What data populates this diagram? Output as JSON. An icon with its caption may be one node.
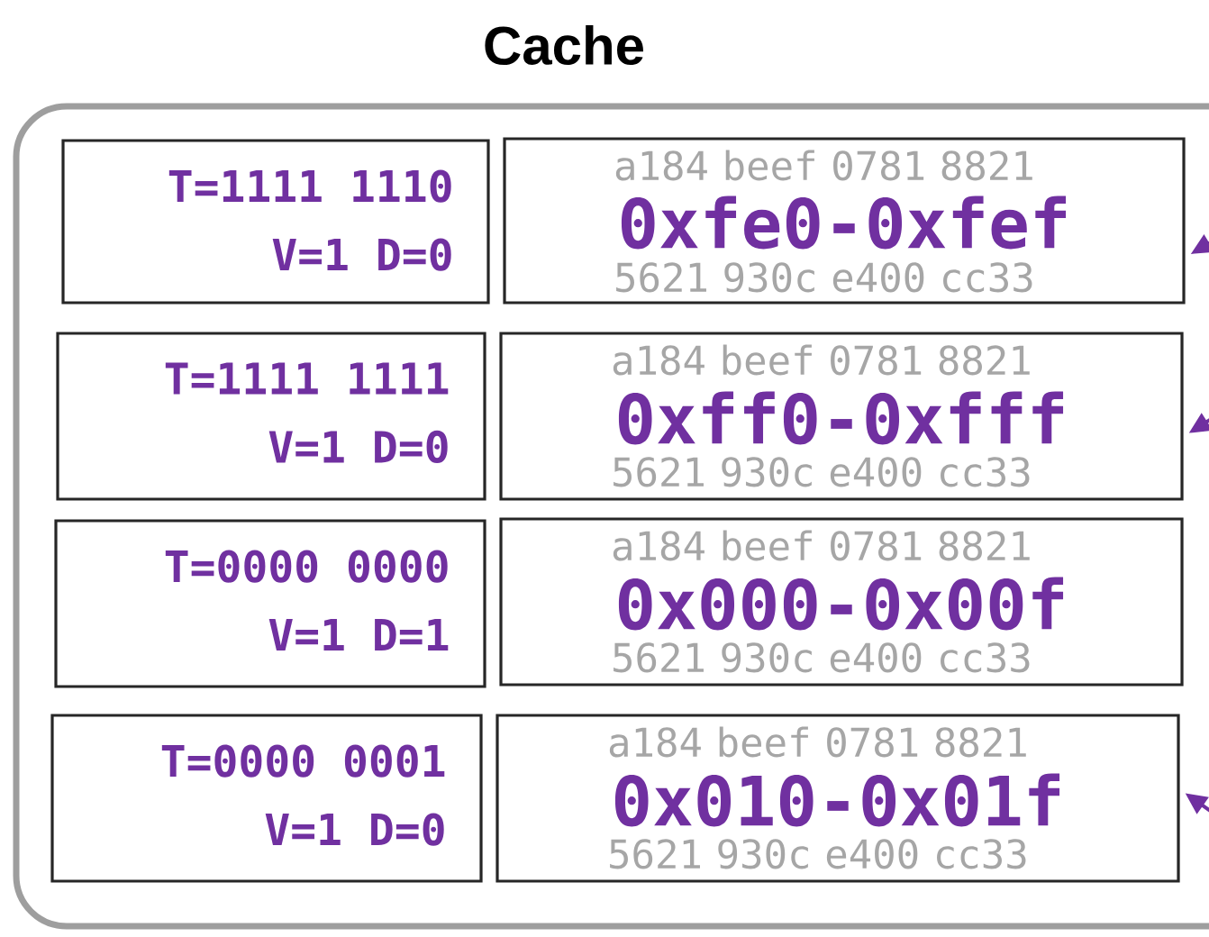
{
  "diagram": {
    "nodes": [
      {
        "text": [
          "Cache"
        ]
      },
      {
        "text": [
          "T=1111 1110",
          "V=1 D=0"
        ],
        "in": 0
      },
      {
        "text": [
          "a184 beef 0781 8821 5621 930c e400 cc33",
          "0xfe0-0xfef"
        ],
        "in": 0
      },
      {
        "text": [
          "T=1111 1111",
          "V=1 D=0"
        ],
        "in": 0
      },
      {
        "text": [
          "a184 beef 0781 8821 5621 930c e400 cc33",
          "0xff0-0xfff"
        ],
        "in": 0
      },
      {
        "text": [
          "T=0000 0000",
          "V=1 D=1"
        ],
        "in": 0
      },
      {
        "text": [
          "a184 beef 0781 8821 5621 930c e400 cc33",
          "0x000-0x00f"
        ],
        "in": 0
      },
      {
        "text": [
          "T=0000 0001",
          "V=1 D=0"
        ],
        "in": 0
      },
      {
        "text": [
          "a184 beef 0781 8821 5621 930c e400 cc33",
          "0x010-0x01f"
        ],
        "in": 0
      }
    ],
    "edges": [
      {
        "from": null,
        "to": 2,
        "arrow": "to"
      },
      {
        "from": null,
        "to": 4,
        "arrow": "to"
      },
      {
        "from": null,
        "to": 8,
        "arrow": "to"
      }
    ]
  }
}
